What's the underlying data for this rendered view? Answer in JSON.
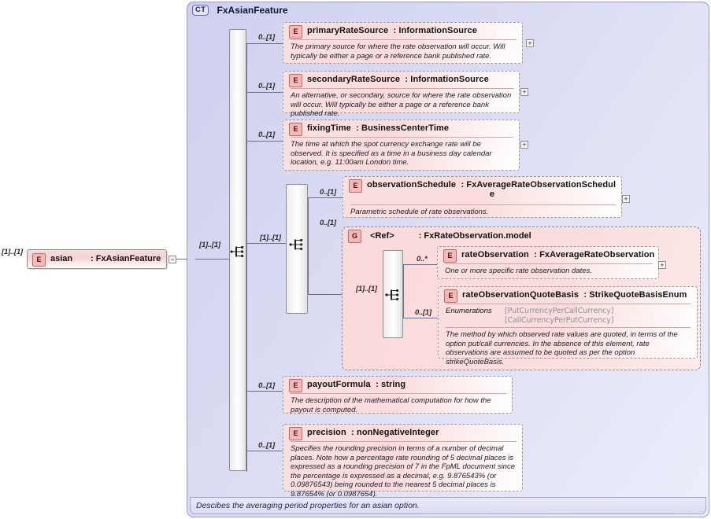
{
  "diagram": {
    "kind": "xsd-schema-diagram",
    "root_element": {
      "icon": "element-icon",
      "name": "asian",
      "type_separator": ": FxAsianFeature",
      "occurrence": "[1]..[1]",
      "toggle": "−"
    },
    "complex_type": {
      "tag": "CT",
      "title": "FxAsianFeature",
      "documentation": "Descibes the averaging period properties for an asian option.",
      "occurrence_inner": "[1]..[1]",
      "compositor_icon": "sequence-icon"
    },
    "children": [
      {
        "icon": "element-icon",
        "name": "primaryRateSource",
        "type": ": InformationSource",
        "occurrence": "0..[1]",
        "doc": "The primary source for where the rate observation will occur. Will typically be either a page or a reference bank published rate.",
        "expander": "+"
      },
      {
        "icon": "element-icon",
        "name": "secondaryRateSource",
        "type": ": InformationSource",
        "occurrence": "0..[1]",
        "doc": "An alternative, or secondary, source for where the rate observation will occur. Will typically be either a page or a reference bank published rate.",
        "expander": "+"
      },
      {
        "icon": "element-icon",
        "name": "fixingTime",
        "type": ": BusinessCenterTime",
        "occurrence": "0..[1]",
        "doc": "The time at which the spot currency exchange rate will be observed. It is specified as a time in a business day calendar location, e.g. 11:00am London time.",
        "expander": "+"
      },
      {
        "icon": "element-icon",
        "name": "observationSchedule",
        "type": ": FxAverageRateObservationSchedul e",
        "type_line1": ": FxAverageRateObservationSchedul",
        "type_line2": "e",
        "occurrence": "0..[1]",
        "doc": "Parametric schedule of rate observations.",
        "expander": "+"
      },
      {
        "icon": "element-icon",
        "name": "payoutFormula",
        "type": ": string",
        "occurrence": "0..[1]",
        "doc": "The description of the mathematical computation for how the payout is computed.",
        "expander": ""
      },
      {
        "icon": "element-icon",
        "name": "precision",
        "type": ": nonNegativeInteger",
        "occurrence": "0..[1]",
        "doc": "Specifies the rounding precision in terms of a number of decimal places. Note how a percentage rate rounding of 5 decimal places is expressed as a rounding precision of 7 in the FpML document since the percentage is expressed as a decimal, e.g. 9.876543% (or 0.09876543) being rounded to the nearest 5 decimal places is 9.87654% (or 0.0987654).",
        "expander": ""
      }
    ],
    "group_ref": {
      "tag": "G",
      "name": "<Ref>",
      "type": ": FxRateObservation.model",
      "occurrence": "0..[1]",
      "inner_occurrence": "[1]..[1]",
      "compositor_icon": "sequence-icon",
      "members": [
        {
          "icon": "element-icon",
          "name": "rateObservation",
          "type": ": FxAverageRateObservation",
          "occurrence": "0..*",
          "doc": "One or more specific rate observation dates.",
          "expander": "+"
        },
        {
          "icon": "element-icon",
          "name": "rateObservationQuoteBasis",
          "type": ": StrikeQuoteBasisEnum",
          "occurrence": "0..[1]",
          "enumerations_label": "Enumerations",
          "enumerations": [
            "[PutCurrencyPerCallCurrency]",
            "[CallCurrencyPerPutCurrency]"
          ],
          "doc": "The method by which observed rate values are quoted, in terms of the option put/call currencies. In the absence of this element, rate observations are assumed to be quoted as per the option strikeQuoteBasis.",
          "expander": ""
        }
      ]
    },
    "colors": {
      "container_fill": "#d5d6f1",
      "element_fill": "#fadcdc",
      "tag_fill": "#f3b9b9",
      "line": "#6e6e8a",
      "enum_text": "#8f8f98"
    }
  }
}
